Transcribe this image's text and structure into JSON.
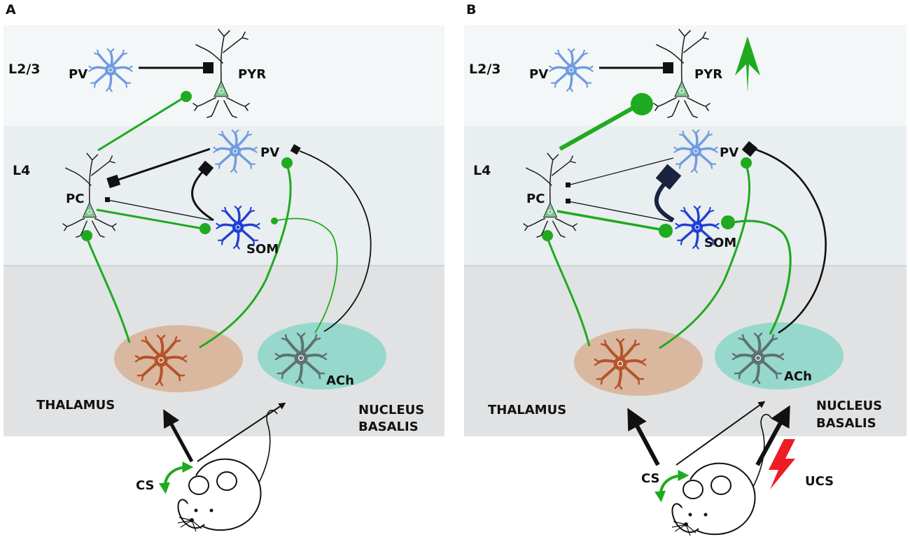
{
  "panels": [
    {
      "letter": "A",
      "layers": {
        "l23": "L2/3",
        "l4": "L4"
      },
      "cells": {
        "pv_l23": "PV",
        "pyr": "PYR",
        "pc": "PC",
        "pv_l4": "PV",
        "som": "SOM",
        "ach": "ACh"
      },
      "regions": {
        "thalamus": "THALAMUS",
        "nb_line1": "NUCLEUS",
        "nb_line2": "BASALIS"
      },
      "stimuli": {
        "cs": "CS"
      }
    },
    {
      "letter": "B",
      "layers": {
        "l23": "L2/3",
        "l4": "L4"
      },
      "cells": {
        "pv_l23": "PV",
        "pyr": "PYR",
        "pc": "PC",
        "pv_l4": "PV",
        "som": "SOM",
        "ach": "ACh"
      },
      "regions": {
        "thalamus": "THALAMUS",
        "nb_line1": "NUCLEUS",
        "nb_line2": "BASALIS"
      },
      "stimuli": {
        "cs": "CS",
        "ucs": "UCS"
      }
    }
  ],
  "colors": {
    "excitatory": "#1faa1f",
    "inhibitory": "#111111",
    "thalamus_fill": "#d9b89f",
    "thalamus_cell": "#b6532a",
    "nb_fill": "#96d9cc",
    "nb_cell": "#5f7272",
    "pv_cell": "#6f9be0",
    "som_cell": "#1f3fd6",
    "pyr_cell": "#7fc88f",
    "l23_band": "#f3f7f8",
    "l4_band": "#e9eef0",
    "subcortex_band": "#e0e2e3",
    "ucs_bolt": "#ee1c24",
    "increase_arrow": "#1faa1f"
  }
}
